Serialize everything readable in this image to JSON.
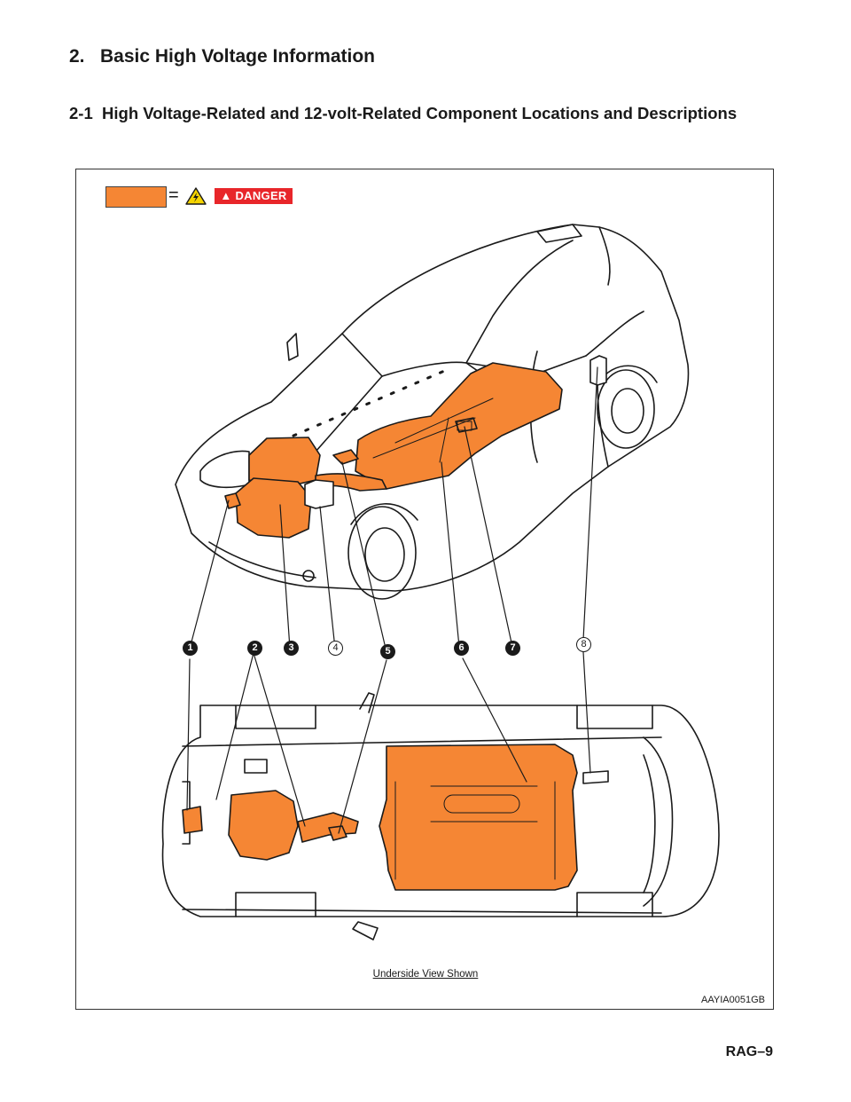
{
  "heading": "2.   Basic High Voltage Information",
  "subheading": "2-1  High Voltage-Related and 12-volt-Related Component Locations and Descriptions",
  "legend": {
    "equals": "=",
    "danger_label": "DANGER",
    "swatch_color": "#f58634",
    "danger_color": "#e8262a",
    "warning_icon": "warning-triangle-icon"
  },
  "callouts": [
    "1",
    "2",
    "3",
    "4",
    "5",
    "6",
    "7",
    "8"
  ],
  "underside_caption": "Underside View Shown",
  "figure_code": "AAYIA0051GB",
  "page_number": "RAG–9",
  "colors": {
    "high_voltage": "#f58634",
    "line": "#1a1a1a"
  }
}
